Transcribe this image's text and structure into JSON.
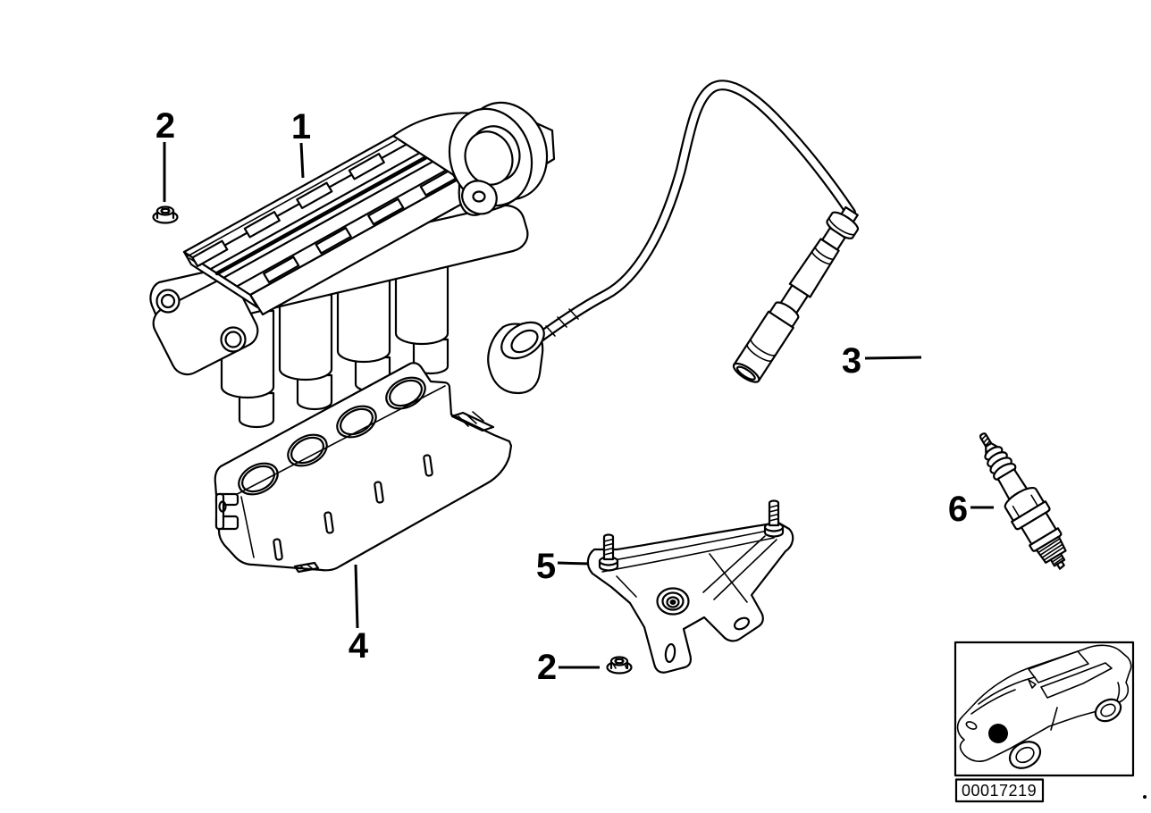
{
  "canvas": {
    "background_color": "#ffffff",
    "line_color": "#000000"
  },
  "callouts": [
    {
      "label": "2"
    },
    {
      "label": "1"
    },
    {
      "label": "3"
    },
    {
      "label": "4"
    },
    {
      "label": "5"
    },
    {
      "label": "2"
    },
    {
      "label": "6"
    }
  ],
  "locator": {
    "icon": "car-locator-icon",
    "marker_icon": "location-dot-icon"
  },
  "footer": {
    "diagram_code": "00017219"
  }
}
